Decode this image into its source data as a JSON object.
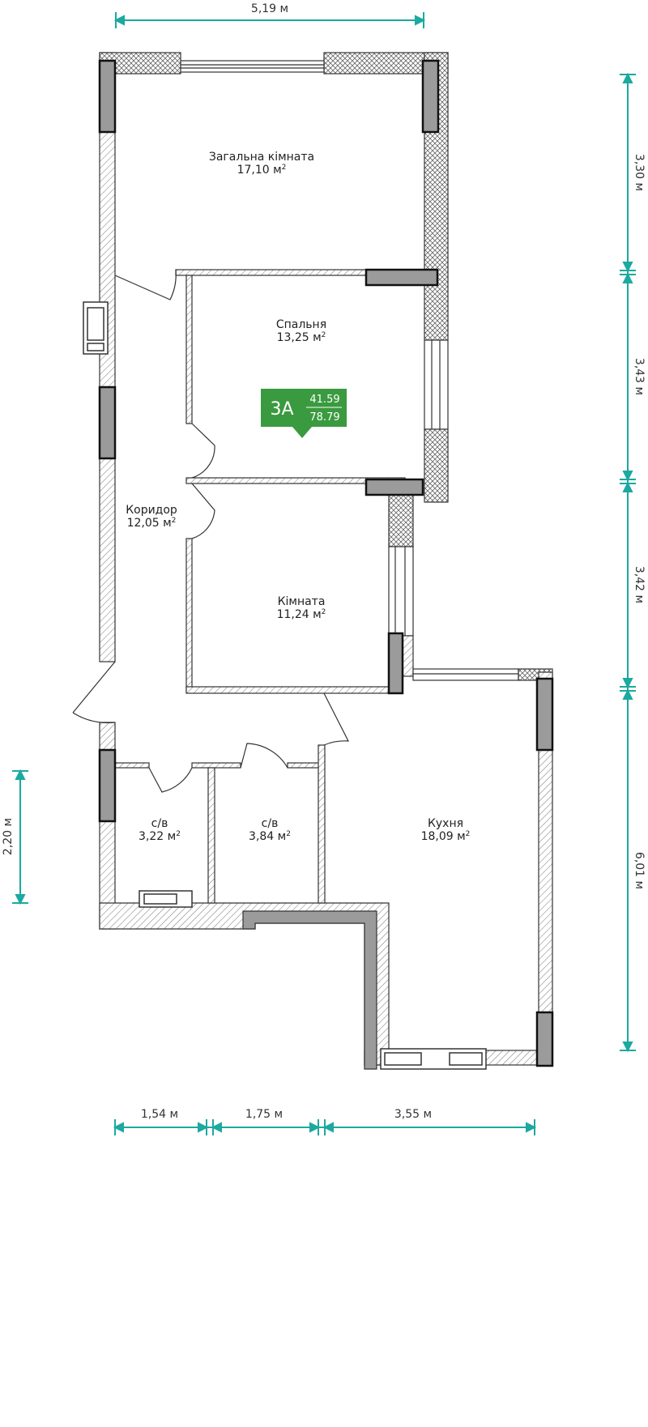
{
  "rooms": {
    "living": {
      "name": "Загальна кімната",
      "area": "17,10 м",
      "unit_sup": "2"
    },
    "bedroom": {
      "name": "Спальня",
      "area": "13,25 м",
      "unit_sup": "2"
    },
    "corridor": {
      "name": "Коридор",
      "area": "12,05 м",
      "unit_sup": "2"
    },
    "room": {
      "name": "Кімната",
      "area": "11,24 м",
      "unit_sup": "2"
    },
    "wc1": {
      "name": "с/в",
      "area": "3,22 м",
      "unit_sup": "2"
    },
    "wc2": {
      "name": "с/в",
      "area": "3,84 м",
      "unit_sup": "2"
    },
    "kitchen": {
      "name": "Кухня",
      "area": "18,09 м",
      "unit_sup": "2"
    }
  },
  "badge": {
    "type": "3А",
    "living_area": "41.59",
    "total_area": "78.79",
    "color": "#3a9a3f"
  },
  "dimensions": {
    "top_width": "5,19 м",
    "right": [
      "3,30 м",
      "3,43 м",
      "3,42 м",
      "6,01 м"
    ],
    "left": "2,20 м",
    "bottom": [
      "1,54 м",
      "1,75 м",
      "3,55 м"
    ]
  },
  "colors": {
    "dimension_line": "#1ba9a0",
    "wall": "#333333",
    "column": "#9b9b9b"
  }
}
